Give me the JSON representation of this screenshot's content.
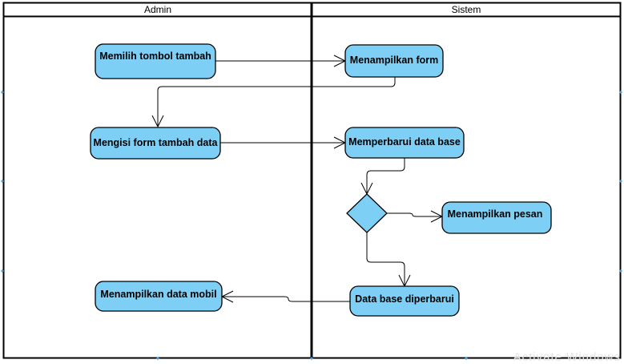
{
  "lanes": {
    "admin": "Admin",
    "sistem": "Sistem"
  },
  "nodes": {
    "pilih_tombol": "Memilih tombol tambah",
    "tampil_form": "Menampilkan form",
    "isi_form": "Mengisi form tambah data",
    "perbarui_db": "Memperbarui data base",
    "tampil_pesan": "Menampilkan pesan",
    "db_diperbarui": "Data base diperbarui",
    "tampil_data": "Menampilkan data mobil"
  },
  "watermark": "Activate Windows",
  "colors": {
    "node_fill": "#7dcff5",
    "border": "#000000",
    "handle": "#3aa3e3"
  }
}
